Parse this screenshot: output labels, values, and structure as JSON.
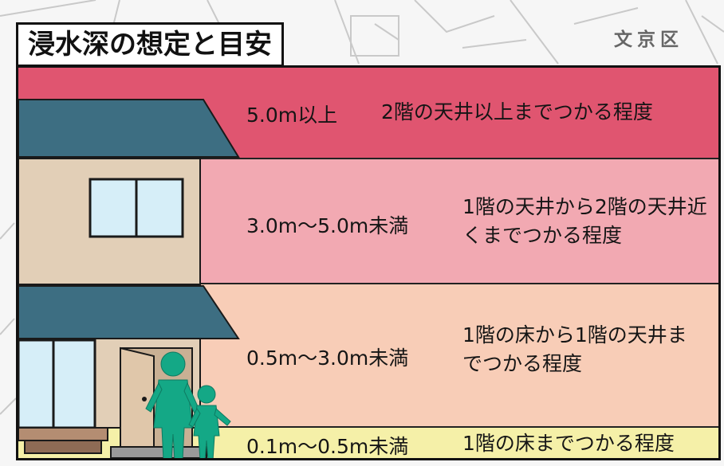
{
  "title": "浸水深の想定と目安",
  "ward": "文京区",
  "bands": [
    {
      "range": "5.0m以上",
      "desc": "2階の天井以上までつかる程度",
      "color": "#e05570"
    },
    {
      "range": "3.0m～5.0m未満",
      "desc": "1階の天井から2階の天井近くまでつかる程度",
      "color": "#f2a9b2"
    },
    {
      "range": "0.5m～3.0m未満",
      "desc": "1階の床から1階の天井までつかる程度",
      "color": "#f8cdb7"
    },
    {
      "range": "0.1m～0.5m未満",
      "desc": "1階の床までつかる程度",
      "color": "#f5f0a8"
    }
  ],
  "colors": {
    "roof": "#3d6e82",
    "wall": "#e2cfb7",
    "window": "#d6eef8",
    "door": "#e0c7aa",
    "person": "#14a886"
  }
}
